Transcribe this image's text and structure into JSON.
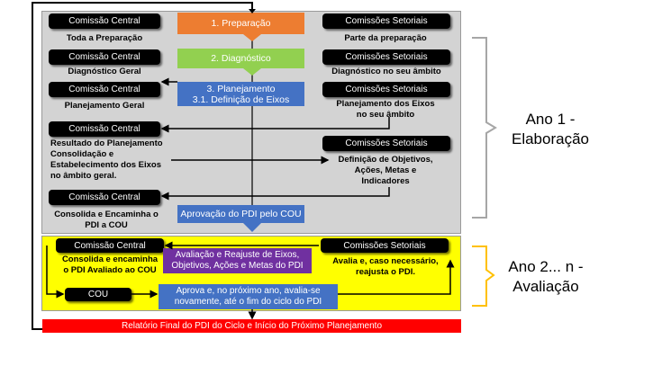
{
  "colors": {
    "gray_panel": "#d3d3d3",
    "yellow_panel": "#ffff00",
    "orange": "#ed7d31",
    "green": "#92d050",
    "blue": "#4472c4",
    "purple": "#7030a0",
    "red": "#ff0000",
    "brace": "#a6a6a6",
    "brace_yellow": "#ffc000"
  },
  "elaboration": {
    "row1": {
      "left_box": "Comissão Central",
      "left_text": "Toda a Preparação",
      "step": "1. Preparação",
      "right_box": "Comissões Setoriais",
      "right_text": "Parte da preparação"
    },
    "row2": {
      "left_box": "Comissão Central",
      "left_text": "Diagnóstico Geral",
      "step": "2. Diagnóstico",
      "right_box": "Comissões Setoriais",
      "right_text": "Diagnóstico no seu âmbito"
    },
    "row3": {
      "left_box": "Comissão Central",
      "left_text": "Planejamento Geral",
      "step_line1": "3. Planejamento",
      "step_line2": "3.1. Definição de Eixos",
      "right_box": "Comissões Setoriais",
      "right_text_line1": "Planejamento dos Eixos",
      "right_text_line2": "no seu âmbito"
    },
    "row4": {
      "left_box": "Comissão Central",
      "left_text": [
        "Resultado do Planejamento",
        "Consolidação e",
        "Estabelecimento dos Eixos",
        "no âmbito geral."
      ],
      "right_box": "Comissões Setoriais",
      "right_text": [
        "Definição de Objetivos,",
        "Ações, Metas e",
        "Indicadores"
      ]
    },
    "row5": {
      "left_box": "Comissão Central",
      "left_text": [
        "Consolida e Encaminha o",
        "PDI a COU"
      ],
      "step": "Aprovação do PDI pelo COU"
    }
  },
  "evaluation": {
    "left_box": "Comissão Central",
    "left_text": [
      "Consolida e encaminha",
      "o PDI Avaliado ao COU"
    ],
    "purple_step": [
      "Avaliação e Reajuste de Eixos,",
      "Objetivos, Ações e Metas do PDI"
    ],
    "right_box": "Comissões Setoriais",
    "right_text": [
      "Avalia e, caso necessário,",
      "reajusta o PDI."
    ],
    "cou_box": "COU",
    "blue_step": [
      "Aprova e, no próximo ano, avalia-se",
      "novamente, até o fim do ciclo do PDI"
    ]
  },
  "final_bar": "Relatório Final do PDI do Ciclo e Início do Próximo Planejamento",
  "side_labels": {
    "year1": [
      "Ano 1 -",
      "Elaboração"
    ],
    "year2": [
      "Ano 2... n -",
      "Avaliação"
    ]
  }
}
